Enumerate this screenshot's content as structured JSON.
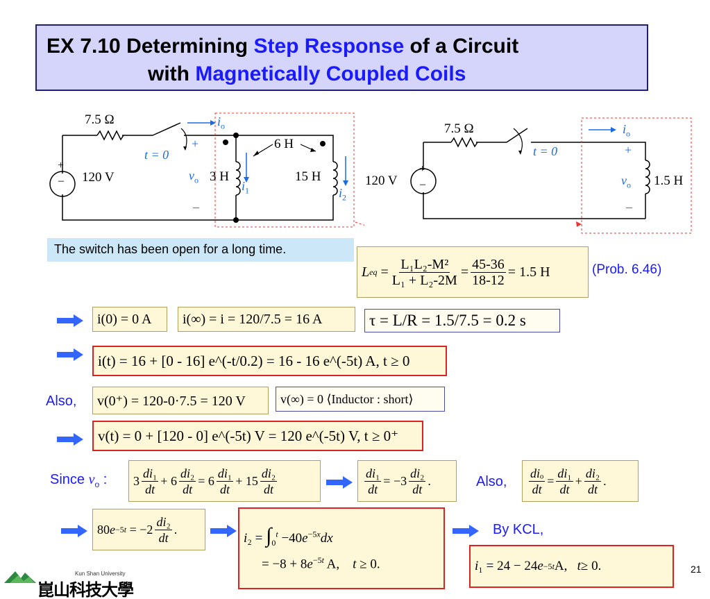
{
  "title": {
    "line1_prefix": "EX 7.10 Determining ",
    "line1_highlight": "Step Response",
    "line1_suffix": " of a Circuit",
    "line2_prefix": "with ",
    "line2_highlight": "Magnetically Coupled Coils"
  },
  "colors": {
    "title_bg": "#d5d4fb",
    "highlight": "#1a1aff",
    "eq_bg": "#fff8d8",
    "red_border": "#dd2222",
    "arrow": "#3366ff"
  },
  "circuit_left": {
    "resistor": "7.5 Ω",
    "source": "120 V",
    "switch": "t = 0",
    "current_out": "i",
    "current_out_sub": "o",
    "voltage": "v",
    "voltage_sub": "o",
    "plus": "+",
    "minus": "–",
    "mutual": "6 H",
    "l1": "3 H",
    "l2": "15 H",
    "i1": "i",
    "i1_sub": "1",
    "i2": "i",
    "i2_sub": "2"
  },
  "circuit_right": {
    "resistor": "7.5 Ω",
    "source": "120 V",
    "switch": "t = 0",
    "current_out": "i",
    "current_out_sub": "o",
    "voltage": "v",
    "voltage_sub": "o",
    "plus": "+",
    "minus": "–",
    "leq": "1.5 H"
  },
  "note_switch": "The switch has been open for a long time.",
  "prob_ref": "(Prob. 6.46)",
  "leq_eq": {
    "lhs": "L",
    "lhs_sub": "eq",
    "num": "L₁L₂-M²",
    "den": "L₁ + L₂-2M",
    "num2": "45-36",
    "den2": "18-12",
    "result": "= 1.5 H"
  },
  "eq_io0": "i(0) = 0 A",
  "eq_ioinf": "i(∞) = i = 120/7.5 = 16 A",
  "eq_tau": "τ = L/R = 1.5/7.5 = 0.2 s",
  "eq_iot": "i(t) = 16 + [0 - 16] e^(-t/0.2) = 16 - 16 e^(-5t) A,  t ≥ 0",
  "also1": "Also,",
  "eq_vo0": "v(0⁺) = 120-0·7.5 = 120 V",
  "eq_voinf": "v(∞) = 0 ⟨Inductor : short⟩",
  "eq_vot": "v(t) = 0 + [120 - 0] e^(-5t) V = 120 e^(-5t) V,  t ≥ 0⁺",
  "since_label": "Since",
  "since_v": "v",
  "since_sub": "o",
  "since_colon": ":",
  "also2": "Also,",
  "by_kcl": "By KCL,",
  "page_number": "21",
  "logo_text": "Kun Shan University",
  "logo_chinese": "崑山科技大學"
}
